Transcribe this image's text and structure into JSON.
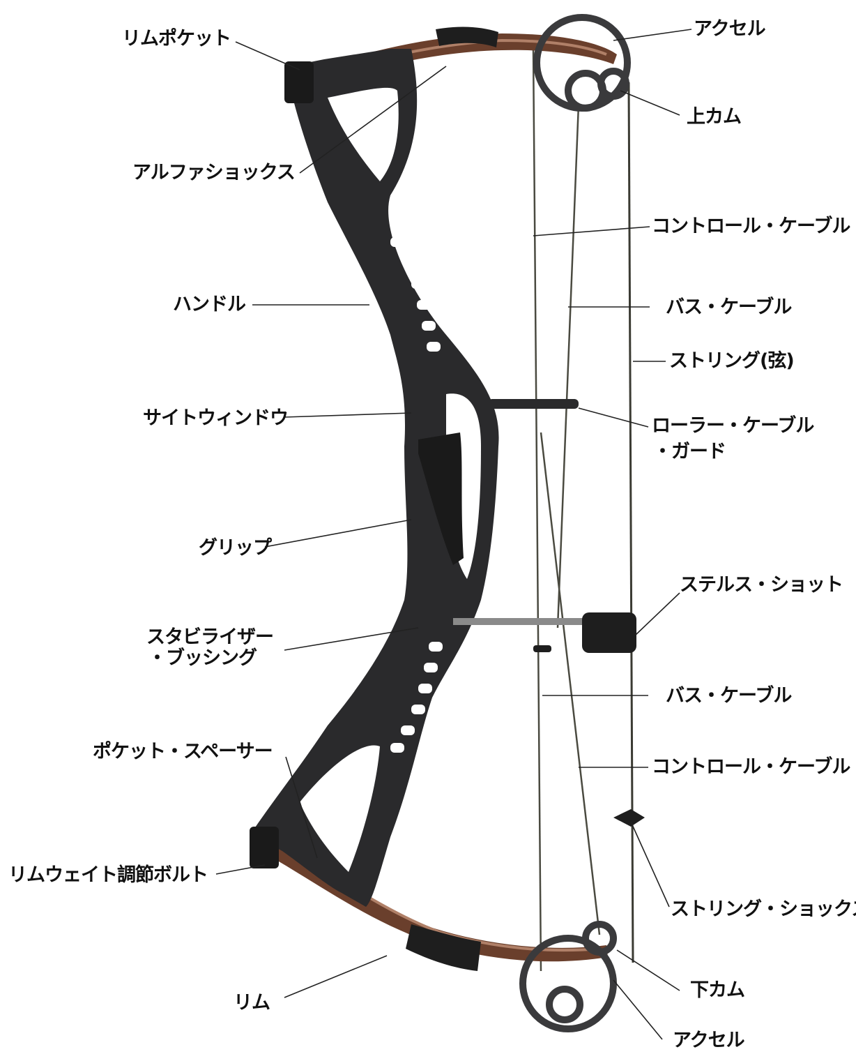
{
  "labels": {
    "limb_pocket": "リムポケット",
    "alpha_shocks": "アルファショックス",
    "handle": "ハンドル",
    "sight_window": "サイトウィンドウ",
    "grip": "グリップ",
    "stabilizer_bushing_1": "スタビライザー",
    "stabilizer_bushing_2": "・ブッシング",
    "pocket_spacer": "ポケット・スペーサー",
    "limb_weight_bolt": "リムウェイト調節ボルト",
    "limb": "リム",
    "axle_top": "アクセル",
    "upper_cam": "上カム",
    "control_cable_top": "コントロール・ケーブル",
    "buss_cable_top": "バス・ケーブル",
    "string": "ストリング(弦)",
    "roller_guard_1": "ローラー・ケーブル",
    "roller_guard_2": "・ガード",
    "stealth_shot": "ステルス・ショット",
    "buss_cable_bottom": "バス・ケーブル",
    "control_cable_bottom": "コントロール・ケーブル",
    "string_shocks": "ストリング・ショックス",
    "lower_cam": "下カム",
    "axle_bottom": "アクセル"
  },
  "colors": {
    "riser": "#2a2a2c",
    "limb": "#6a3f2c",
    "limb_highlight": "#b08068",
    "cam": "#3a3a3c",
    "string": "#3b3b33",
    "leader": "#222222",
    "text": "#111111"
  }
}
